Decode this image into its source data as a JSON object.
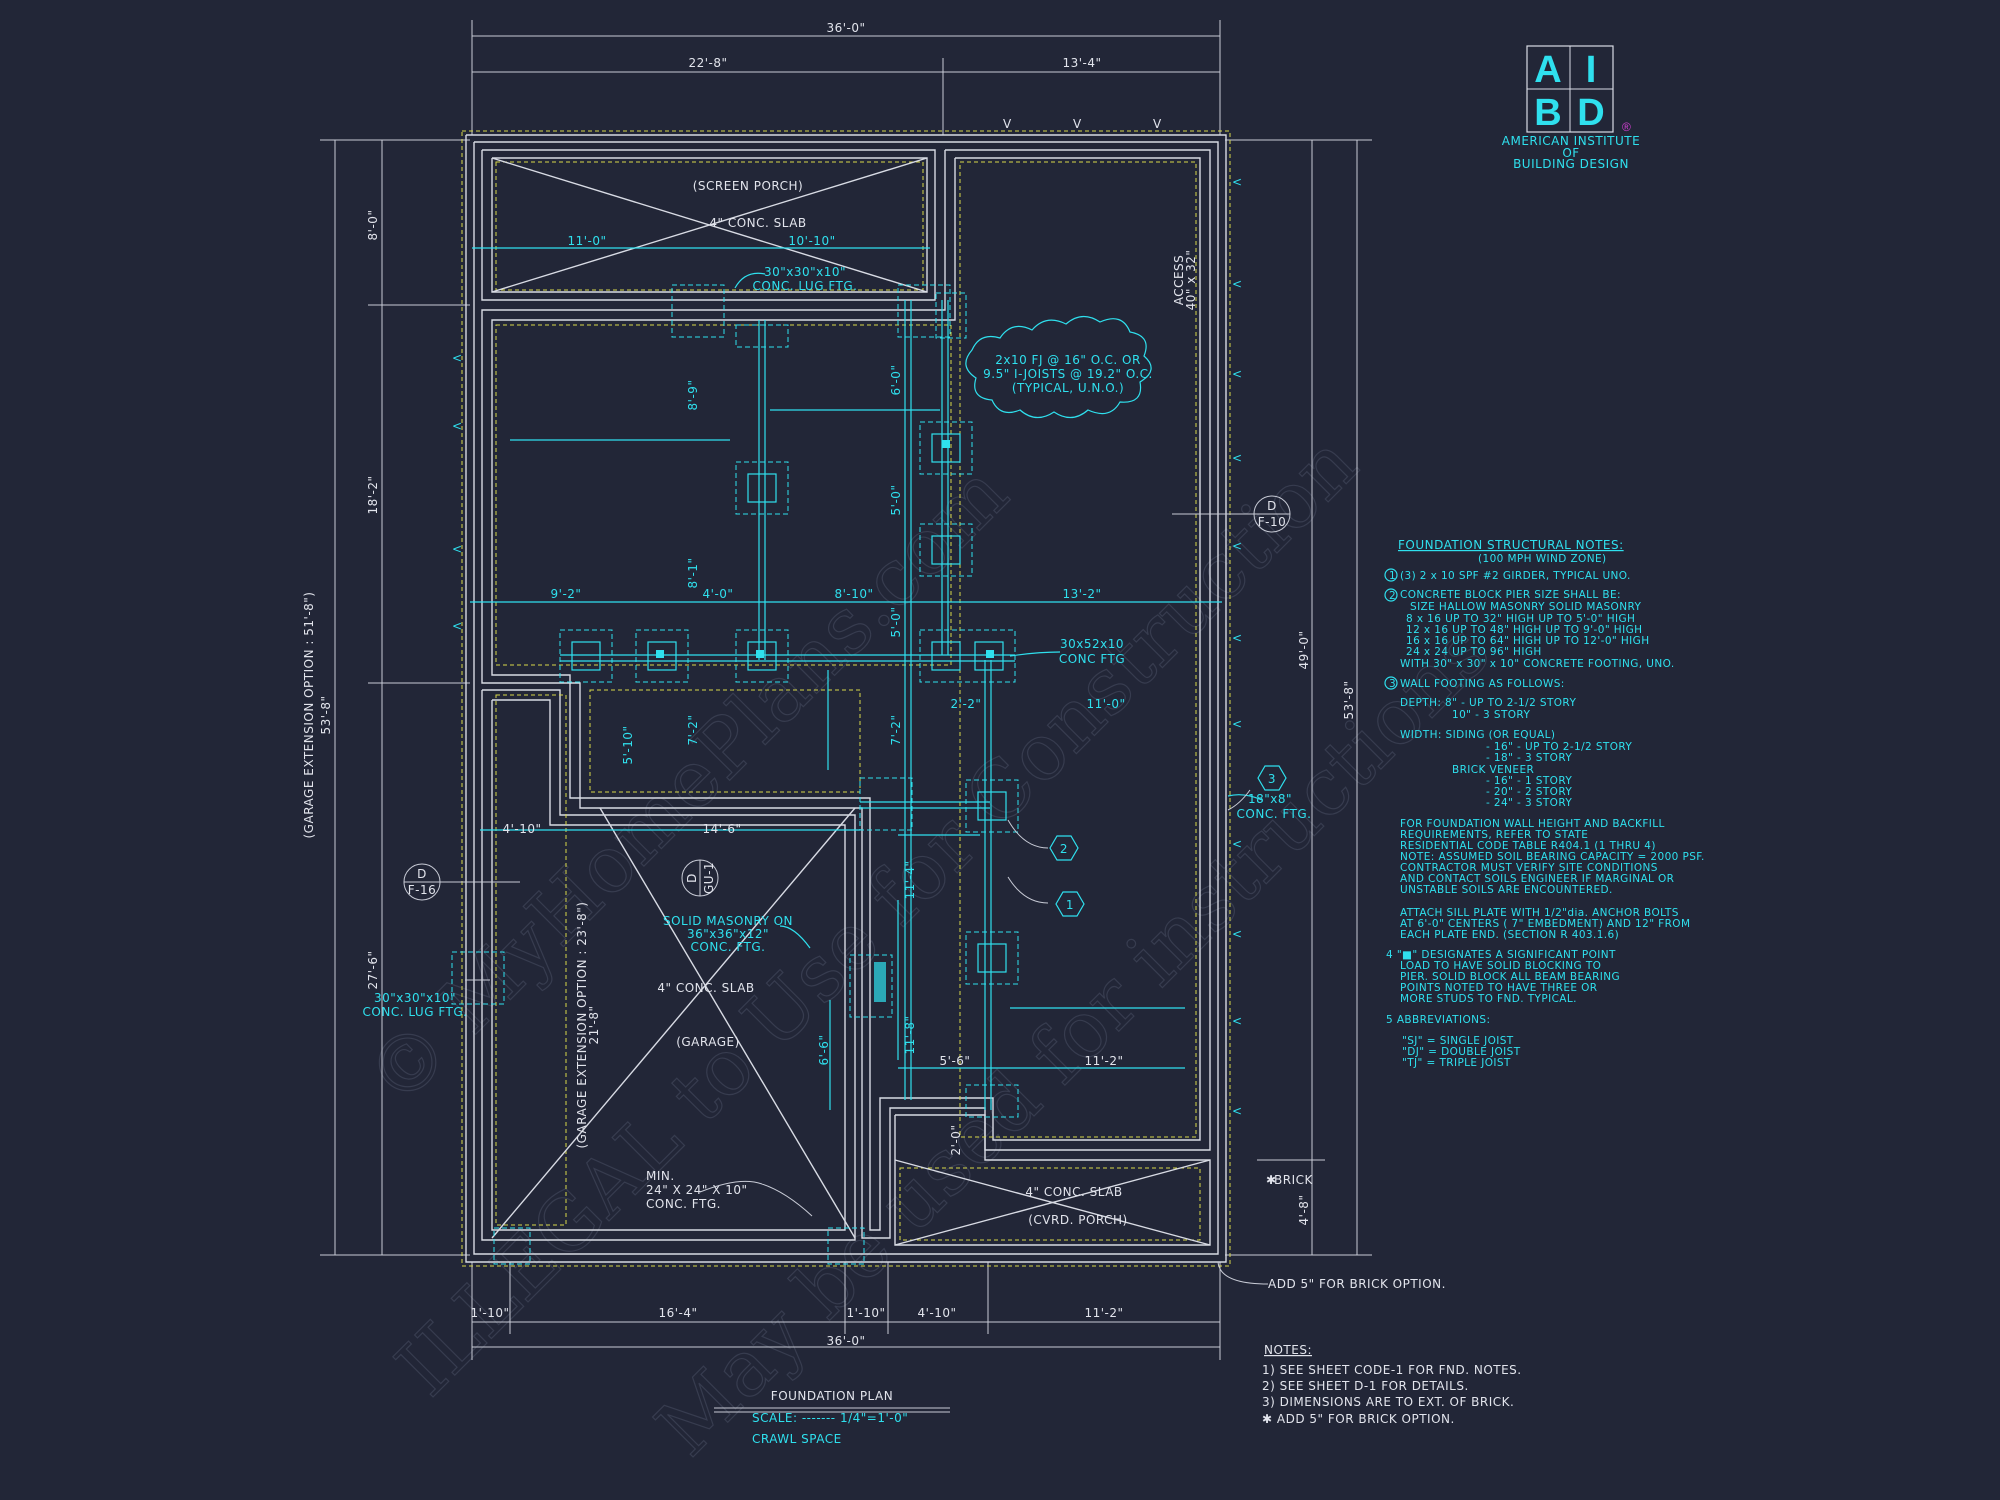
{
  "title": "FOUNDATION PLAN",
  "scale": "SCALE: ------- 1/4\"=1'-0\"",
  "subtitle": "CRAWL SPACE",
  "logo": {
    "top_left": "A",
    "top_right": "I",
    "bottom_left": "B",
    "bottom_right": "D",
    "registered": "®",
    "line1": "AMERICAN INSTITUTE",
    "line2": "OF",
    "line3": "BUILDING DESIGN"
  },
  "watermarks": [
    "© MyHomePlans.com",
    "ILLEGAL to Use for Construction",
    "May be used for instructions"
  ],
  "dimensions": {
    "top_overall": "36'-0\"",
    "top_left": "22'-8\"",
    "top_right": "13'-4\"",
    "bottom_overall": "36'-0\"",
    "bottom_segments": [
      "1'-10\"",
      "16'-4\"",
      "1'-10\"",
      "4'-10\"",
      "11'-2\""
    ],
    "left_outer": "53'-8\"",
    "left_seg1": "8'-0\"",
    "left_seg2": "18'-2\"",
    "left_seg3": "27'-6\"",
    "right_outer": "53'-8\"",
    "right_inner": "49'-0\"",
    "right_small": "4'-8\"",
    "garage_ext_left": "(GARAGE EXTENSION OPTION : 51'-8\")",
    "garage_ext_inner": "(GARAGE EXTENSION OPTION : 23'-8\")",
    "garage_ext_inner_dim": "21'-8\"",
    "interior": [
      "11'-0\"",
      "10'-10\"",
      "8'-9\"",
      "6'-0\"",
      "5'-0\"",
      "8'-1\"",
      "4'-0\"",
      "5'-0\"",
      "9'-2\"",
      "8'-10\"",
      "13'-2\"",
      "2'-2\"",
      "11'-0\"",
      "5'-10\"",
      "7'-2\"",
      "7'-2\"",
      "4'-10\"",
      "14'-6\"",
      "11'-4\"",
      "6'-6\"",
      "11'-8\"",
      "5'-6\"",
      "11'-2\"",
      "2'-0\""
    ]
  },
  "labels": {
    "screen_porch": "(SCREEN PORCH)",
    "conc_slab_1": "4\" CONC. SLAB",
    "lug_ftg_1a": "30\"x30\"x10\"",
    "lug_ftg_1b": "CONC. LUG FTG.",
    "access_a": "ACCESS",
    "access_b": "40\" x 32\"",
    "joist_note_1": "2x10 FJ @ 16\" O.C. OR",
    "joist_note_2": "9.5\" I-JOISTS @ 19.2\" O.C.",
    "joist_note_3": "(TYPICAL, U.N.O.)",
    "conc_ftg_a": "30x52x10",
    "conc_ftg_b": "CONC FTG",
    "ftg_18_a": "18\"x8\"",
    "ftg_18_b": "CONC. FTG.",
    "solid_masonry_a": "SOLID MASONRY ON",
    "solid_masonry_b": "36\"x36\"x12\"",
    "solid_masonry_c": "CONC. FTG.",
    "conc_slab_2": "4\" CONC. SLAB",
    "garage": "(GARAGE)",
    "lug_ftg_2a": "30\"x30\"x10\"",
    "lug_ftg_2b": "CONC. LUG FTG.",
    "min_a": "MIN.",
    "min_b": "24\" X 24\" X 10\"",
    "min_c": "CONC. FTG.",
    "conc_slab_3": "4\" CONC. SLAB",
    "cvrd_porch": "(CVRD. PORCH)",
    "brick": "BRICK",
    "add_brick": "ADD 5\" FOR BRICK OPTION.",
    "sec_d_f10_top": "D",
    "sec_d_f10_bot": "F-10",
    "sec_d_f16_top": "D",
    "sec_d_f16_bot": "F-16",
    "sec_d_gu_top": "D",
    "sec_d_gu_bot": "GU-1",
    "callout_1": "1",
    "callout_2": "2",
    "callout_3": "3"
  },
  "structural_notes": {
    "heading": "FOUNDATION STRUCTURAL NOTES:",
    "wind": "(100 MPH WIND ZONE)",
    "lines": [
      "(3) 2 x 10 SPF #2 GIRDER, TYPICAL UNO.",
      "CONCRETE BLOCK PIER SIZE SHALL BE:",
      "SIZE       HALLOW MASONRY     SOLID MASONRY",
      "8 x 16       UP TO 32\" HIGH      UP TO 5'-0\" HIGH",
      "12 x 16      UP TO 48\" HIGH      UP TO 9'-0\" HIGH",
      "16 x 16      UP TO 64\" HIGH      UP TO 12'-0\" HIGH",
      "24 x 24      UP TO 96\" HIGH",
      "WITH 30\" x 30\" x 10\" CONCRETE FOOTING, UNO.",
      "WALL FOOTING AS FOLLOWS:",
      "DEPTH:  8\" - UP TO 2-1/2 STORY",
      "10\" - 3 STORY",
      "WIDTH:   SIDING (OR EQUAL)",
      "- 16\" - UP TO 2-1/2 STORY",
      "- 18\" - 3 STORY",
      "BRICK VENEER",
      "- 16\" - 1 STORY",
      "- 20\" - 2 STORY",
      "- 24\" - 3 STORY",
      "FOR FOUNDATION WALL HEIGHT AND BACKFILL",
      "REQUIREMENTS, REFER TO STATE",
      "RESIDENTIAL CODE TABLE R404.1 (1 THRU 4)",
      "NOTE: ASSUMED SOIL BEARING CAPACITY = 2000 PSF.",
      "CONTRACTOR MUST VERIFY SITE CONDITIONS",
      "AND CONTACT SOILS ENGINEER IF MARGINAL OR",
      "UNSTABLE SOILS ARE ENCOUNTERED.",
      "ATTACH SILL PLATE WITH 1/2\"dia. ANCHOR BOLTS",
      "AT 6'-0\" CENTERS ( 7\" EMBEDMENT) AND 12\" FROM",
      "EACH PLATE END. (SECTION R 403.1.6)",
      "4  \"■\" DESIGNATES A SIGNIFICANT POINT",
      "LOAD TO HAVE SOLID BLOCKING TO",
      "PIER. SOLID BLOCK ALL BEAM BEARING",
      "POINTS NOTED TO HAVE THREE OR",
      "MORE STUDS TO FND. TYPICAL.",
      "5  ABBREVIATIONS:",
      "\"SJ\" = SINGLE JOIST",
      "\"DJ\" = DOUBLE JOIST",
      "\"TJ\" = TRIPLE JOIST"
    ]
  },
  "general_notes": {
    "heading": "NOTES:",
    "lines": [
      "1)  SEE SHEET CODE-1 FOR FND. NOTES.",
      "2)  SEE SHEET D-1 FOR DETAILS.",
      "3)  DIMENSIONS ARE TO EXT. OF BRICK.",
      "✱  ADD 5\" FOR BRICK OPTION."
    ]
  },
  "colors": {
    "background": "#222637",
    "cyan": "#2fe0ee",
    "white": "#d8dbe4",
    "yellow": "#d8d84a"
  }
}
